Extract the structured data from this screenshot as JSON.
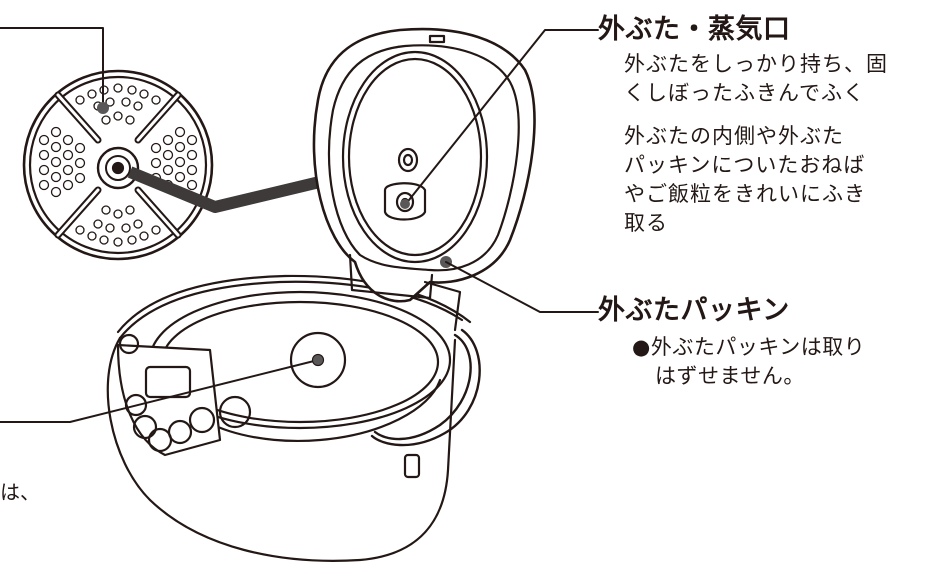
{
  "callouts": {
    "lid_vent": {
      "title": "外ぶた・蒸気口",
      "desc_lines": [
        "外ぶたをしっかり持ち、固",
        "くしぼったふきんでふく"
      ],
      "desc2_lines": [
        "外ぶたの内側や外ぶた",
        "パッキンについたおねば",
        "やご飯粒をきれいにふき",
        "取る"
      ]
    },
    "lid_packing": {
      "title": "外ぶたパッキン",
      "bullet": "●",
      "lines": [
        "外ぶたパッキンは取り",
        "はずせません。"
      ]
    }
  },
  "partial_text": {
    "bottom_left": "は、"
  },
  "colors": {
    "line": "#231815",
    "arrow": "#3e3a39",
    "dot": "#595757"
  }
}
